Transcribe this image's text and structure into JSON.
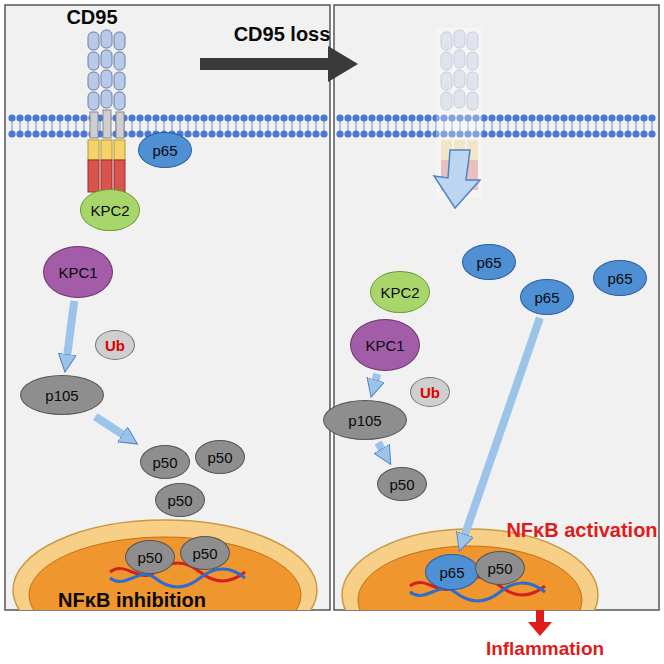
{
  "diagram": {
    "nodes": [
      {
        "text": [
          "p65"
        ]
      },
      {
        "text": [
          "KPC2"
        ]
      },
      {
        "text": [
          "KPC1"
        ]
      },
      {
        "text": [
          "Ub"
        ]
      },
      {
        "text": [
          "p105"
        ]
      },
      {
        "text": [
          "p50"
        ]
      },
      {
        "text": [
          "p50"
        ]
      },
      {
        "text": [
          "p50"
        ]
      },
      {
        "text": [
          "p50"
        ]
      },
      {
        "text": [
          "p50"
        ]
      },
      {
        "text": [
          "KPC2"
        ]
      },
      {
        "text": [
          "p65"
        ]
      },
      {
        "text": [
          "p65"
        ]
      },
      {
        "text": [
          "p65"
        ]
      },
      {
        "text": [
          "KPC1"
        ]
      },
      {
        "text": [
          "Ub"
        ]
      },
      {
        "text": [
          "p105"
        ]
      },
      {
        "text": [
          "p50"
        ]
      },
      {
        "text": [
          "p65"
        ]
      },
      {
        "text": [
          "p50"
        ]
      }
    ],
    "edges": [
      {
        "from": 2,
        "to": 4,
        "arrow": "to"
      },
      {
        "from": 4,
        "to": 5,
        "arrow": "to"
      },
      {
        "from": 14,
        "to": 16,
        "arrow": "to"
      },
      {
        "from": 16,
        "to": 17,
        "arrow": "to"
      },
      {
        "from": 12,
        "to": 18,
        "arrow": "to"
      }
    ],
    "labels": [
      "CD95",
      "CD95 loss",
      "NFκB inhibition",
      "NFκB activation",
      "Inflammation"
    ]
  }
}
